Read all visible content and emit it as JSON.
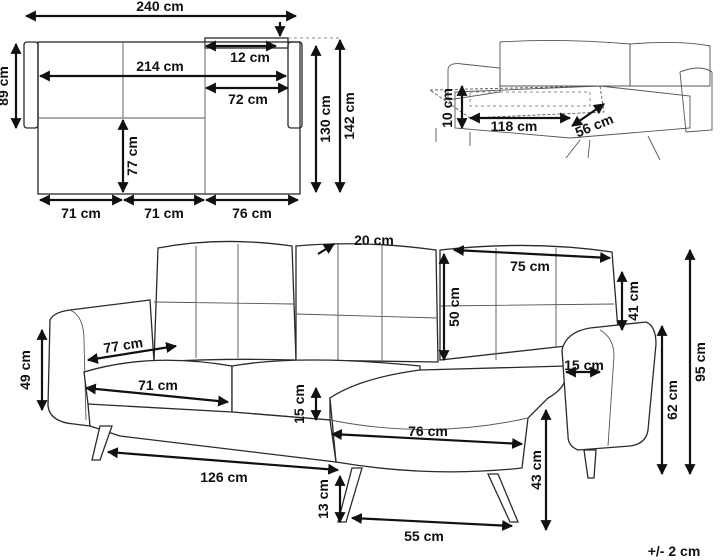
{
  "top_view": {
    "width_total": "240 cm",
    "width_inner": "214 cm",
    "depth_left": "89 cm",
    "chaise_gap": "12 cm",
    "chaise_width_top": "72 cm",
    "chaise_depth": "130 cm",
    "total_depth": "142 cm",
    "seat_depth": "77 cm",
    "segment_1": "71 cm",
    "segment_2": "71 cm",
    "segment_3": "76 cm"
  },
  "bed_view": {
    "height": "10 cm",
    "length": "118 cm",
    "width": "56 cm"
  },
  "perspective_view": {
    "back_cushion": "20 cm",
    "back_width": "75 cm",
    "back_height": "50 cm",
    "back_to_seat": "41 cm",
    "seat_depth": "77 cm",
    "arm_height": "49 cm",
    "seat_width": "71 cm",
    "cushion_thickness": "15 cm",
    "chaise_width": "76 cm",
    "arm_width": "15 cm",
    "seat_height": "62 cm",
    "total_height": "95 cm",
    "base_length": "126 cm",
    "leg_height": "13 cm",
    "chaise_height": "43 cm",
    "leg_span": "55 cm"
  },
  "tolerance": "+/- 2 cm",
  "icons": [
    "arrow-down-icon"
  ]
}
